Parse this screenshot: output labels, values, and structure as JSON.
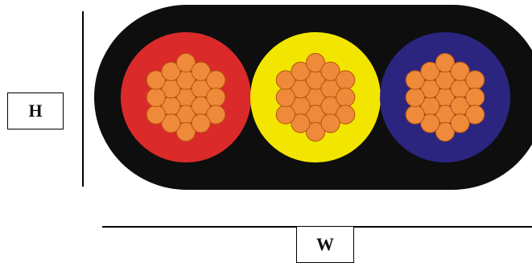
{
  "labels": {
    "height": "H",
    "width": "W"
  },
  "conductors": [
    {
      "name": "red-conductor",
      "insulation_color": "#da2a2a"
    },
    {
      "name": "yellow-conductor",
      "insulation_color": "#f2e600"
    },
    {
      "name": "blue-conductor",
      "insulation_color": "#2b2580"
    }
  ],
  "colors": {
    "sheath": "#0e0e0e",
    "strand_fill": "#ee8a3a",
    "strand_stroke": "#b8540f",
    "line": "#000000"
  },
  "strands_per_conductor": 19
}
